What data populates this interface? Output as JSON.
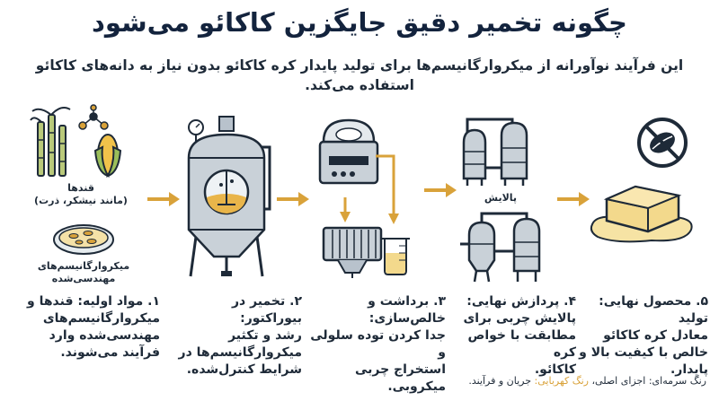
{
  "title": "چگونه تخمیر دقیق جایگزین کاکائو می‌شود",
  "subtitle": "این فرآیند نوآورانه از میکروارگانیسم‌ها برای تولید پایدار کره کاکائو بدون نیاز به دانه‌های کاکائو استفاده می‌کند.",
  "inputs": {
    "sugars_label_line1": "قندها",
    "sugars_label_line2": "(مانند نیشکر، ذرت)",
    "microbes_label_line1": "میکروارگانیسم‌های",
    "microbes_label_line2": "مهندسی‌شده"
  },
  "purification_label": "پالایش",
  "steps": [
    {
      "line1": "۱. مواد اولیه: قندها و",
      "line2": "میکروارگانیسم‌های",
      "line3": "مهندسی‌شده وارد",
      "line4": "فرآیند می‌شوند."
    },
    {
      "line1": "۲. تخمیر در بیوراکتور:",
      "line2": "رشد و تکثیر",
      "line3": "میکروارگانیسم‌ها در",
      "line4": "شرایط کنترل‌شده."
    },
    {
      "line1": "۳. برداشت و خالص‌سازی:",
      "line2": "جدا کردن توده سلولی و",
      "line3": "استخراج چربی میکروبی.",
      "line4": ""
    },
    {
      "line1": "۴. پردازش نهایی:",
      "line2": "پالایش چربی برای",
      "line3": "مطابقت با خواص کره",
      "line4": "کاکائو."
    },
    {
      "line1": "۵. محصول نهایی: تولید",
      "line2": "معادل کره کاکائو",
      "line3": "خالص با کیفیت بالا و",
      "line4": "پایدار."
    }
  ],
  "legend": {
    "part1": "رنگ سرمه‌ای: اجزای اصلی،",
    "part2": "رنگ کهربایی:",
    "part3": "جریان و فرآیند."
  },
  "colors": {
    "navy": "#1e2a38",
    "amber": "#d9a23a",
    "steel": "#b8c2cc",
    "butter": "#f3d98c"
  }
}
